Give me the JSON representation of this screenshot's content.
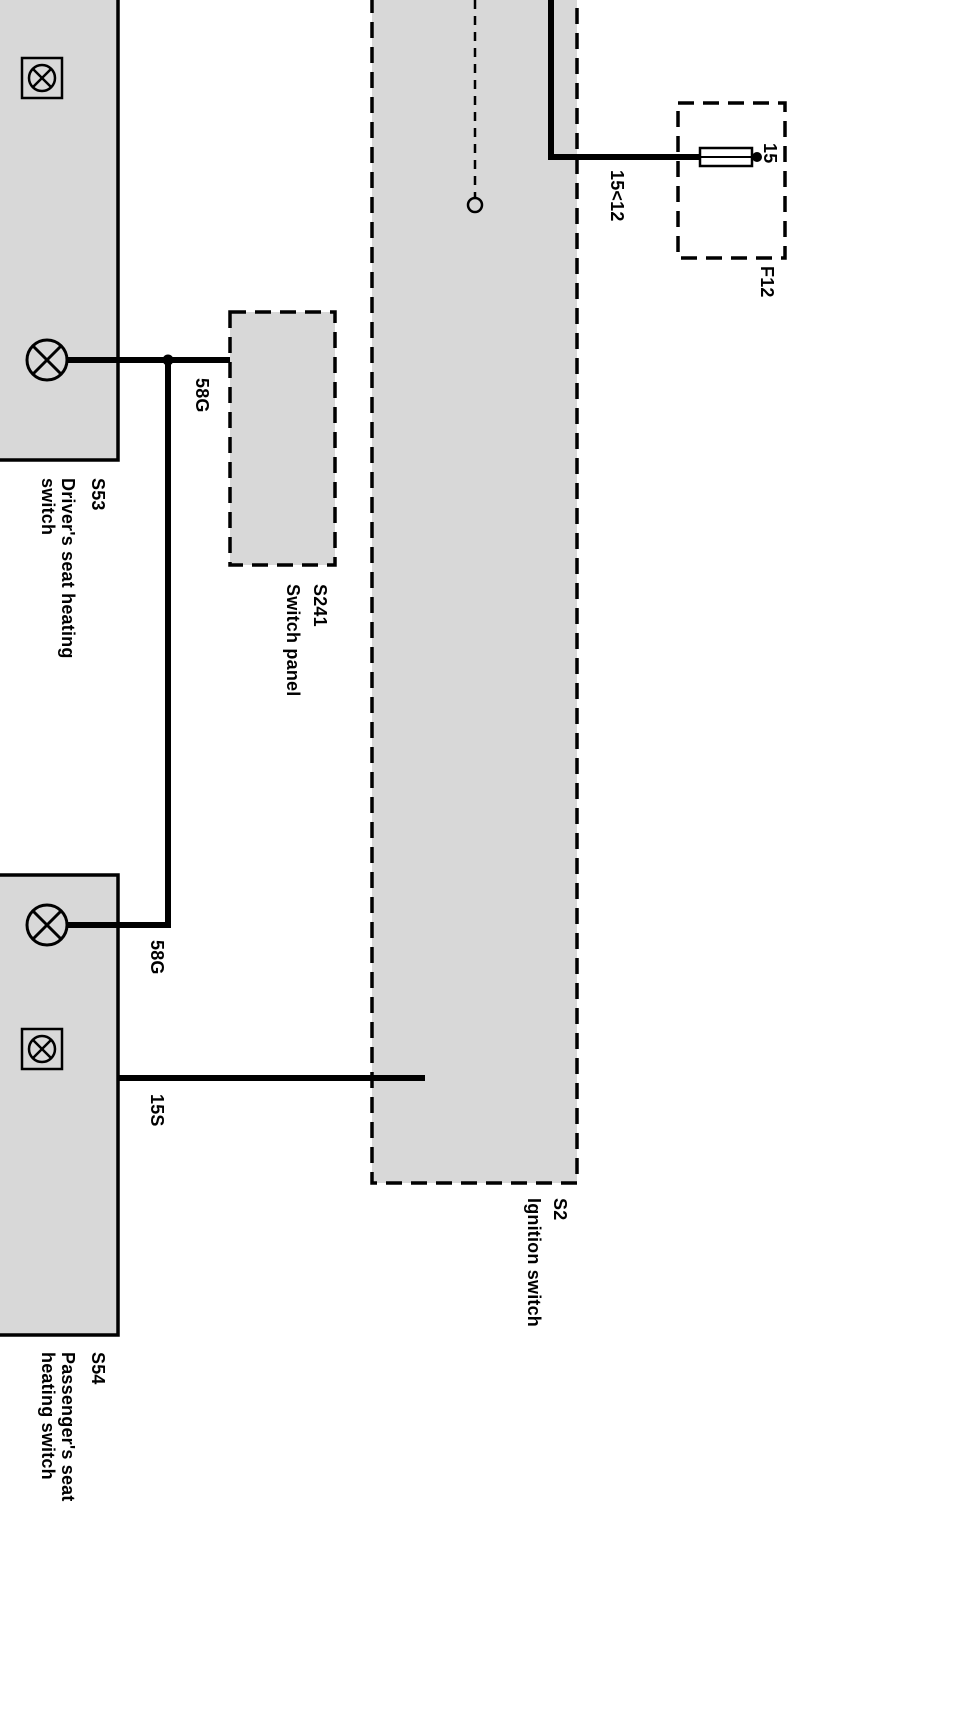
{
  "components": {
    "s53": {
      "id": "S53",
      "desc": "Driver's seat heating\nswitch"
    },
    "s241": {
      "id": "S241",
      "desc": "Switch panel"
    },
    "s54": {
      "id": "S54",
      "desc": "Passenger's seat\nheating switch"
    },
    "s2": {
      "id": "S2",
      "desc": "Ignition switch"
    },
    "f12": {
      "id": "F12"
    }
  },
  "wire_labels": {
    "driver_58g": "58G",
    "passenger_58g": "58G",
    "passenger_15s": "15S",
    "supply_15_12": "15<12"
  },
  "terminals": {
    "fuse_15": "15"
  },
  "icons": {
    "indicator_lamp": "circle-with-x-lamp",
    "illumination_lamp": "boxed-lamp",
    "fuse": "fuse-cartridge",
    "ignition_actuator": "dashed-line-with-ring"
  },
  "colors": {
    "component_fill": "#d8d8d8",
    "line": "#000000",
    "background": "#ffffff"
  }
}
